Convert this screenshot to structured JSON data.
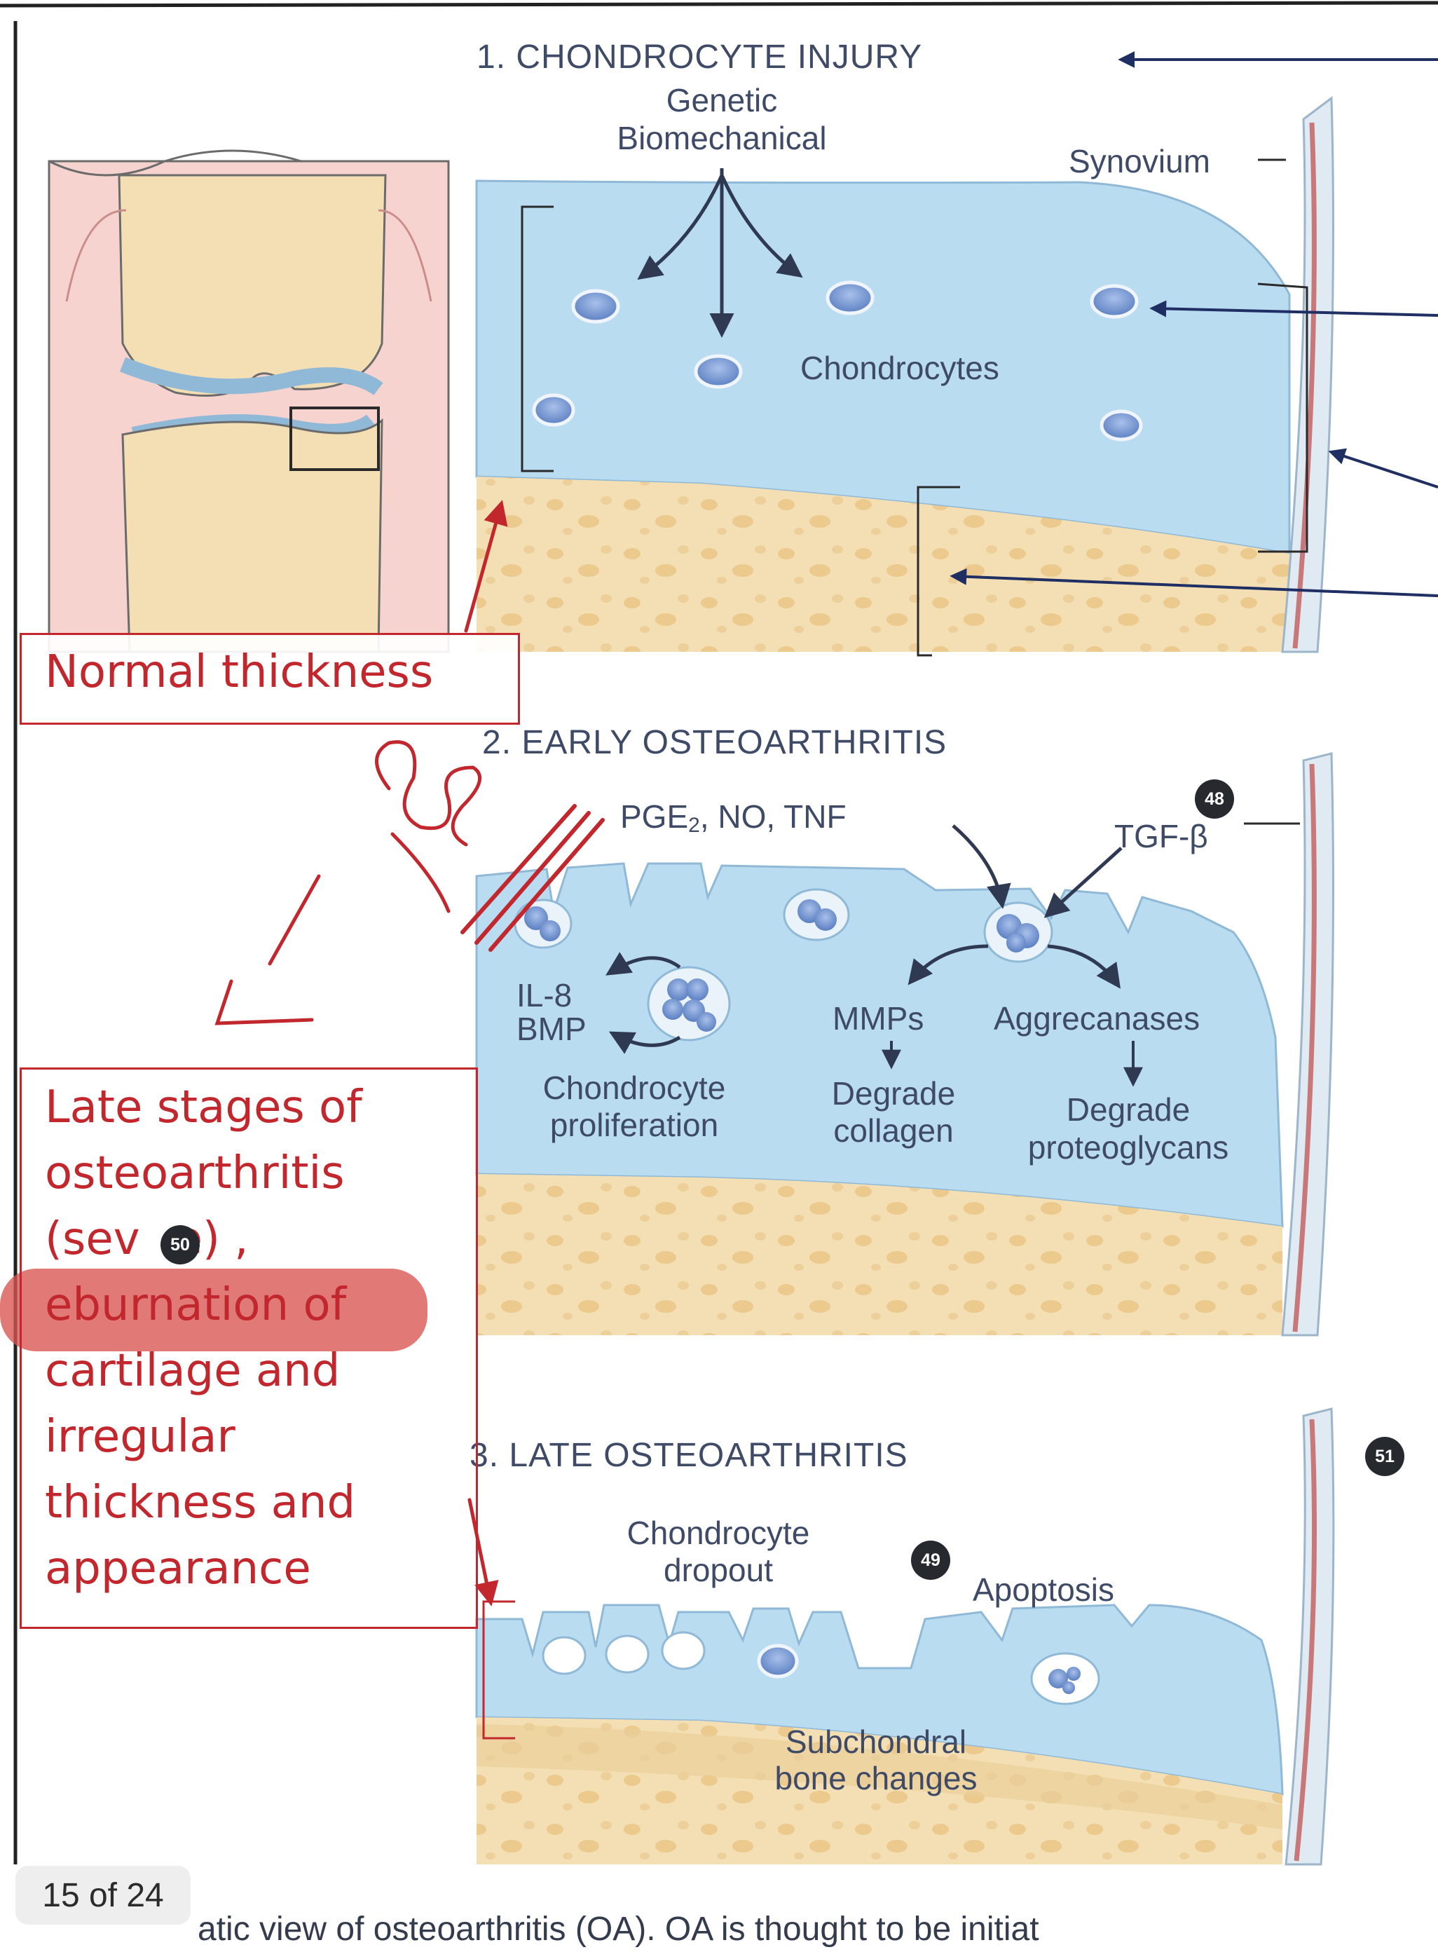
{
  "panel1": {
    "title": "1. CHONDROCYTE INJURY",
    "causes_line1": "Genetic",
    "causes_line2": "Biomechanical",
    "synovium": "Synovium",
    "chondrocytes": "Chondrocytes"
  },
  "panel2": {
    "title": "2. EARLY OSTEOARTHRITIS",
    "mediators": "PGE",
    "mediators_sub": "2",
    "mediators_rest": ", NO, TNF",
    "tgf": "TGF-β",
    "il8": "IL-8",
    "bmp": "BMP",
    "mmps": "MMPs",
    "aggrecanases": "Aggrecanases",
    "prolif_line1": "Chondrocyte",
    "prolif_line2": "proliferation",
    "collagen_line1": "Degrade",
    "collagen_line2": "collagen",
    "proteo_line1": "Degrade",
    "proteo_line2": "proteoglycans"
  },
  "panel3": {
    "title": "3. LATE OSTEOARTHRITIS",
    "dropout_line1": "Chondrocyte",
    "dropout_line2": "dropout",
    "apoptosis": "Apoptosis",
    "subchondral_line1": "Subchondral",
    "subchondral_line2": "bone changes"
  },
  "annotations": {
    "normal": "Normal thickness",
    "late_lines": [
      "Late stages of",
      "osteoarthritis",
      "(sev",
      "e) ,",
      "eburnation of",
      "cartilage and",
      "irregular",
      "thickness and",
      "appearance"
    ]
  },
  "badges": {
    "b48": "48",
    "b49": "49",
    "b50": "50",
    "b51": "51"
  },
  "viewer": {
    "page_indicator": "15 of 24",
    "caption": "atic view of osteoarthritis (OA). OA is thought to be initiat"
  },
  "colors": {
    "cartilage": "#b9dcf1",
    "cartilage_edge": "#8fb9d6",
    "bone": "#f3dfb3",
    "cell": "#6d8fcd",
    "annotation_red": "#c1272d",
    "highlight": "#d9544f"
  }
}
